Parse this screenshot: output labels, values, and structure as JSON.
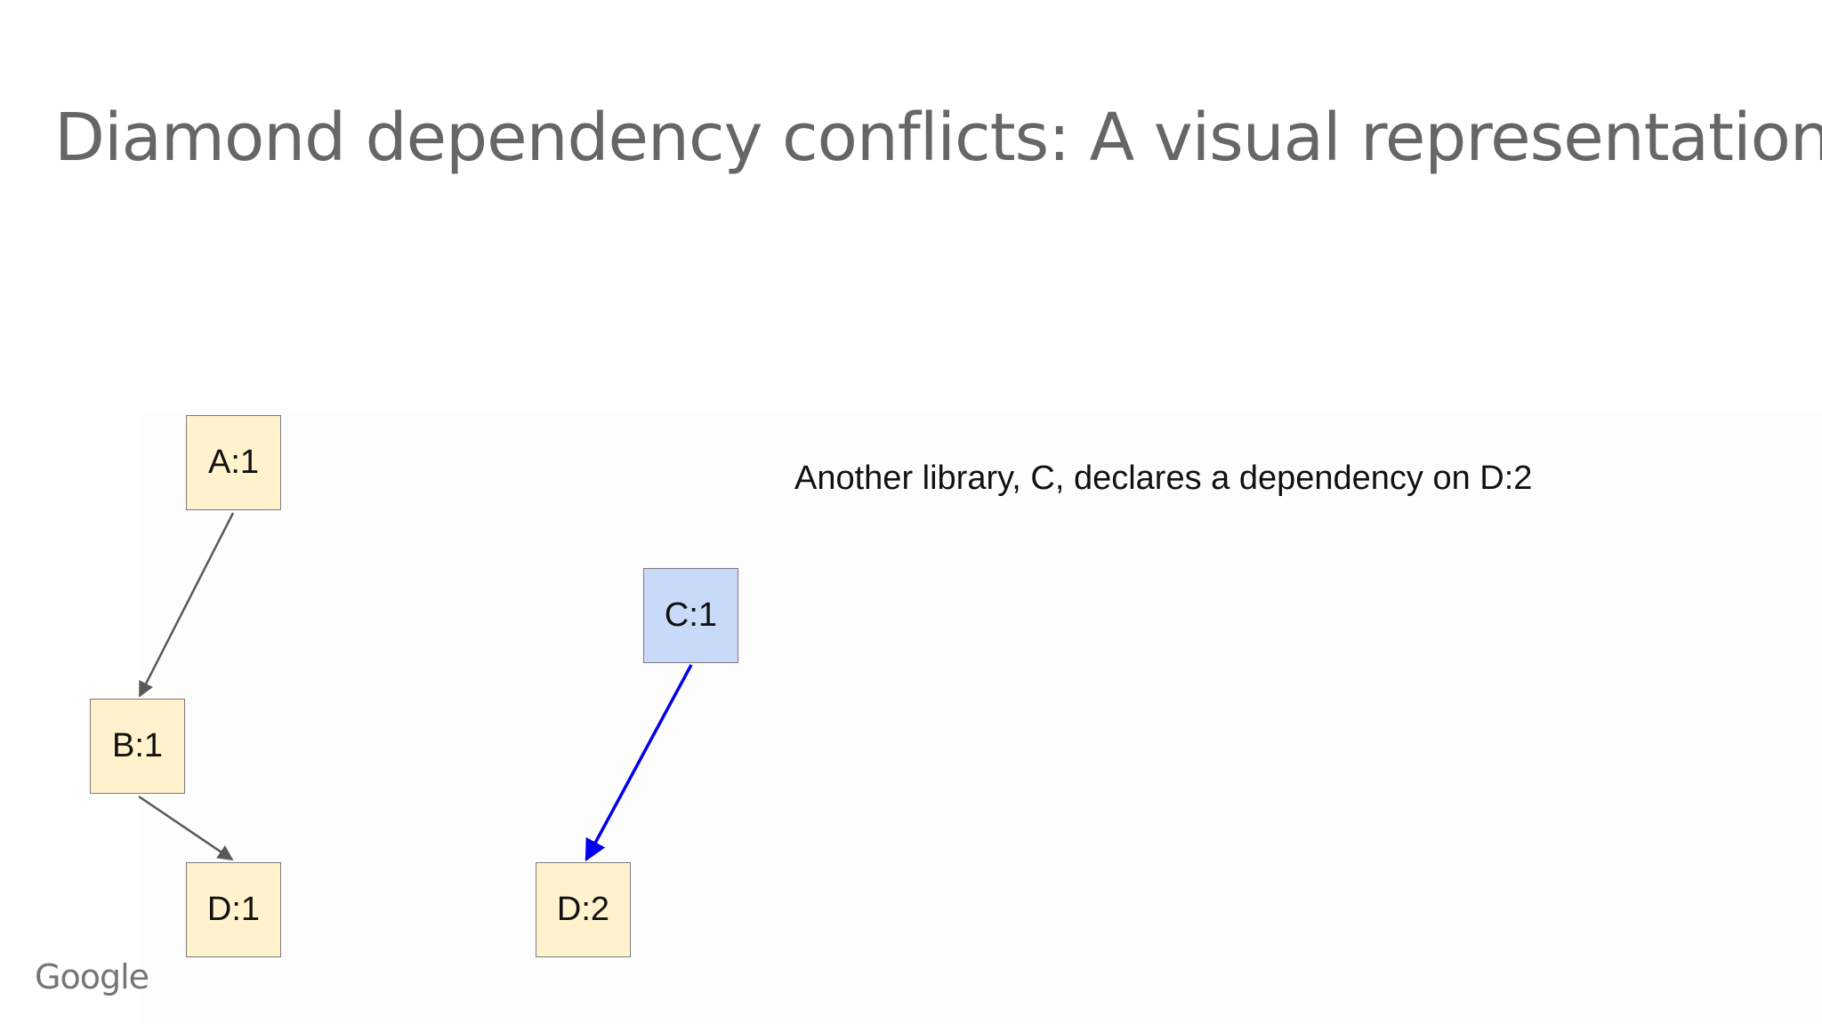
{
  "slide": {
    "title": "Diamond dependency conflicts: A visual representation",
    "caption": "Another library, C, declares a dependency on D:2",
    "logo_text": "Google"
  },
  "nodes": [
    {
      "id": "A1",
      "label": "A:1",
      "color": "#fff2cc"
    },
    {
      "id": "B1",
      "label": "B:1",
      "color": "#fff2cc"
    },
    {
      "id": "D1",
      "label": "D:1",
      "color": "#fff2cc"
    },
    {
      "id": "C1",
      "label": "C:1",
      "color": "#c9daf8"
    },
    {
      "id": "D2",
      "label": "D:2",
      "color": "#fff2cc"
    }
  ],
  "edges": [
    {
      "from": "A:1",
      "to": "B:1",
      "color": "#595959"
    },
    {
      "from": "B:1",
      "to": "D:1",
      "color": "#595959"
    },
    {
      "from": "C:1",
      "to": "D:2",
      "color": "#0000ee"
    }
  ]
}
